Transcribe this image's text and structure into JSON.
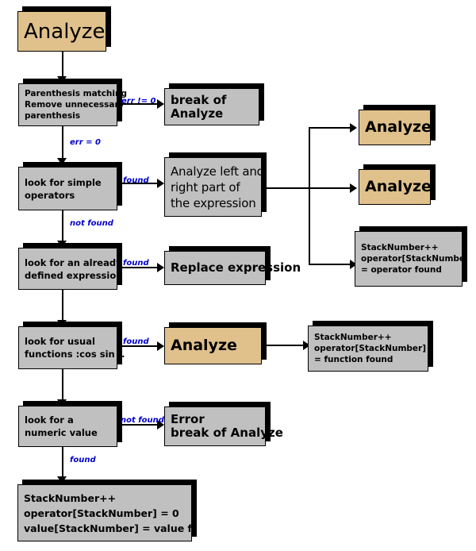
{
  "diagram": {
    "title": "Analyze",
    "palette": {
      "process_fill": "#c0c0c0",
      "analyze_fill": "#e0c18c",
      "border": "#000000",
      "shadow": "#000000",
      "label_color": "#0000cc",
      "background": "#ffffff"
    },
    "nodes": {
      "root_analyze": {
        "lines": [
          "Analyze"
        ]
      },
      "parenthesis": {
        "lines": [
          "Parenthesis matching",
          "Remove unnecessary",
          "parenthesis"
        ]
      },
      "break_analyze": {
        "lines": [
          "break of",
          "Analyze"
        ]
      },
      "simple_operators": {
        "lines": [
          "look for simple",
          "operators"
        ]
      },
      "analyze_parts": {
        "lines": [
          "Analyze left and",
          "right part of",
          "the expression"
        ]
      },
      "analyze_left": {
        "lines": [
          "Analyze"
        ]
      },
      "analyze_right": {
        "lines": [
          "Analyze"
        ]
      },
      "stack_operator": {
        "lines": [
          "StackNumber++",
          "operator[StackNumber]",
          "= operator found"
        ]
      },
      "defined_expr": {
        "lines": [
          "look for an already",
          "defined expression"
        ]
      },
      "replace_expr": {
        "lines": [
          "Replace expression"
        ]
      },
      "usual_functions": {
        "lines": [
          "look for usual",
          "functions :cos sin .."
        ]
      },
      "analyze_function": {
        "lines": [
          "Analyze"
        ]
      },
      "stack_function": {
        "lines": [
          "StackNumber++",
          "operator[StackNumber]",
          "= function found"
        ]
      },
      "numeric_value": {
        "lines": [
          "look for a",
          "numeric value"
        ]
      },
      "error_break": {
        "lines": [
          "Error",
          "break of Analyze"
        ]
      },
      "stack_value": {
        "lines": [
          "StackNumber++",
          "operator[StackNumber] = 0",
          "value[StackNumber] = value found"
        ]
      }
    },
    "edge_labels": {
      "err_nonzero": "err != 0",
      "err_zero": "err = 0",
      "found_operators": "found",
      "not_found_operators": "not found",
      "found_defined": "found",
      "found_functions": "found",
      "not_found_numeric": "not found",
      "found_numeric": "found"
    }
  }
}
